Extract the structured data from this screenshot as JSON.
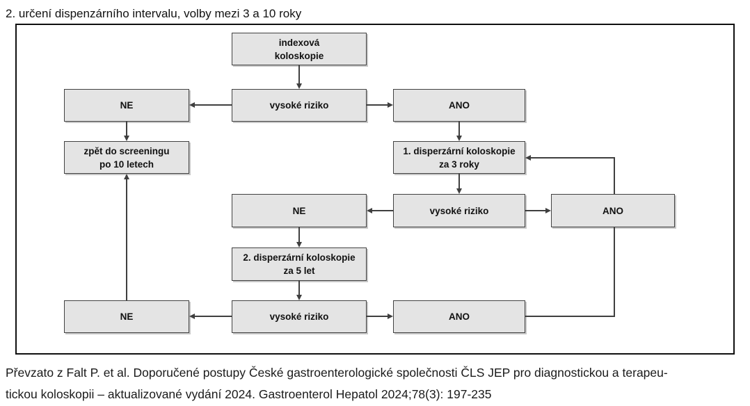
{
  "title": "2. určení dispenzárního intervalu, volby mezi 3 a 10 roky",
  "colors": {
    "box_fill": "#e4e4e4",
    "box_border": "#414141",
    "line": "#3f3f3f",
    "frame": "#0f0f0f",
    "text": "#111111",
    "caption": "#1a1a1a",
    "background": "#ffffff"
  },
  "flowchart": {
    "nodes": {
      "index_colonoscopy": {
        "lines": [
          "indexová",
          "koloskopie"
        ]
      },
      "high_risk_1": {
        "lines": [
          "vysoké riziko"
        ]
      },
      "no_1": {
        "lines": [
          "NE"
        ]
      },
      "yes_1": {
        "lines": [
          "ANO"
        ]
      },
      "back_to_screening": {
        "lines": [
          "zpět do screeningu",
          "po 10 letech"
        ]
      },
      "surveillance_1": {
        "lines": [
          "1. disperzární koloskopie",
          "za 3 roky"
        ]
      },
      "no_2": {
        "lines": [
          "NE"
        ]
      },
      "high_risk_2": {
        "lines": [
          "vysoké riziko"
        ]
      },
      "yes_2": {
        "lines": [
          "ANO"
        ]
      },
      "surveillance_2": {
        "lines": [
          "2. disperzární koloskopie",
          "za 5 let"
        ]
      },
      "no_3": {
        "lines": [
          "NE"
        ]
      },
      "high_risk_3": {
        "lines": [
          "vysoké riziko"
        ]
      },
      "yes_3": {
        "lines": [
          "ANO"
        ]
      }
    },
    "edges": [
      {
        "from": "index_colonoscopy",
        "to": "high_risk_1"
      },
      {
        "from": "high_risk_1",
        "to": "no_1"
      },
      {
        "from": "high_risk_1",
        "to": "yes_1"
      },
      {
        "from": "no_1",
        "to": "back_to_screening"
      },
      {
        "from": "yes_1",
        "to": "surveillance_1"
      },
      {
        "from": "surveillance_1",
        "to": "high_risk_2"
      },
      {
        "from": "high_risk_2",
        "to": "no_2"
      },
      {
        "from": "high_risk_2",
        "to": "yes_2"
      },
      {
        "from": "yes_2",
        "to": "surveillance_1"
      },
      {
        "from": "no_2",
        "to": "surveillance_2"
      },
      {
        "from": "surveillance_2",
        "to": "high_risk_3"
      },
      {
        "from": "high_risk_3",
        "to": "no_3"
      },
      {
        "from": "high_risk_3",
        "to": "yes_3"
      },
      {
        "from": "yes_3",
        "to": "surveillance_1"
      },
      {
        "from": "no_3",
        "to": "back_to_screening"
      }
    ]
  },
  "caption": {
    "line1": "Převzato z Falt P. et al. Doporučené postupy České gastroenterologické společnosti ČLS JEP pro diagnostickou a terapeu-",
    "line2": "tickou koloskopii – aktualizované vydání 2024. Gastroenterol Hepatol 2024;78(3): 197-235"
  }
}
